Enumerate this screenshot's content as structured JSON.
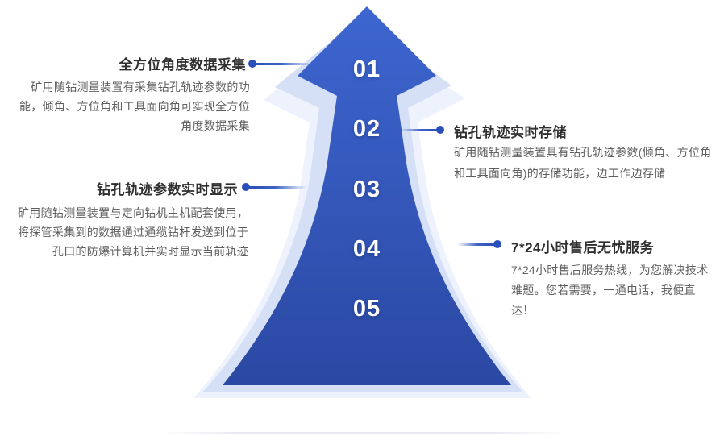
{
  "diagram": {
    "kind": "five-step upward arrow infographic",
    "steps": [
      "01",
      "02",
      "03",
      "04",
      "05"
    ],
    "items": [
      {
        "side": "left",
        "title": "全方位角度数据采集",
        "body": "矿用随钻测量装置有采集钻孔轨迹参数的功能，倾角、方位角和工具面向角可实现全方位角度数据采集"
      },
      {
        "side": "right",
        "title": "钻孔轨迹实时存储",
        "body": "矿用随钻测量装置具有钻孔轨迹参数(倾角、方位角和工具面向角)的存储功能，边工作边存储"
      },
      {
        "side": "left",
        "title": "钻孔轨迹参数实时显示",
        "body": "矿用随钻测量装置与定向钻机主机配套使用，将探管采集到的数据通过通缆钻杆发送到位于孔口的防爆计算机并实时显示当前轨迹"
      },
      {
        "side": "right",
        "title": "7*24小时售后无忧服务",
        "body": "7*24小时售后服务热线，为您解决技术难题。您若需要，一通电话，我便直达！"
      }
    ],
    "colors": {
      "arrow_gradient_top": "#3d66d0",
      "arrow_gradient_bottom": "#2b48a3",
      "arrow_echo_inner": "#d5dff6",
      "arrow_echo_outer": "#eef2fc",
      "connector": "#2b4fb8",
      "title_text": "#2f2f2f",
      "body_text": "#5e5e5e",
      "step_number_text": "#ffffff"
    }
  }
}
